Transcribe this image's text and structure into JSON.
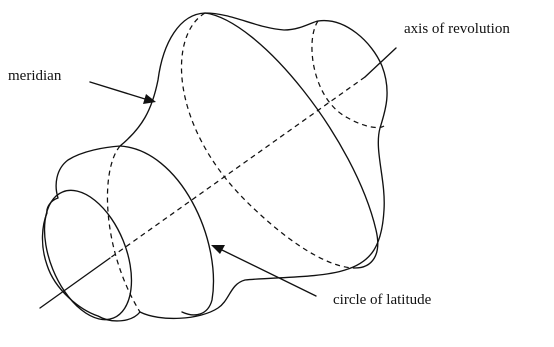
{
  "labels": {
    "axis": "axis of revolution",
    "meridian": "meridian",
    "latitude": "circle of latitude"
  },
  "colors": {
    "stroke": "#111111",
    "background": "#ffffff"
  }
}
